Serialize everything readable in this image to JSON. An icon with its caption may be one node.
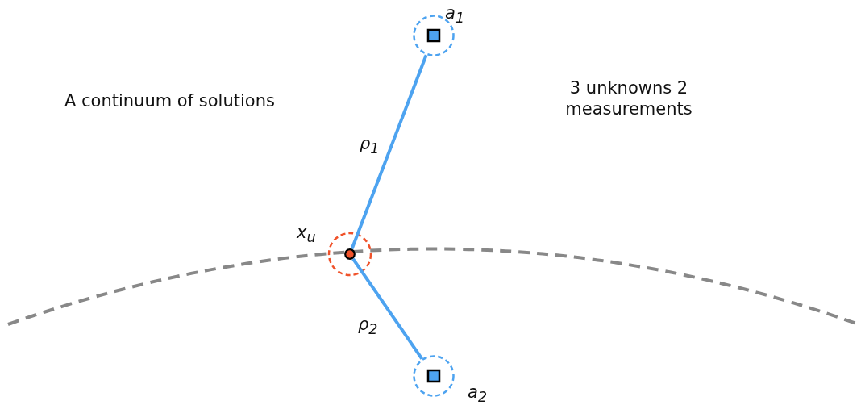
{
  "diagram": {
    "nodes": [
      {
        "text": [],
        "shape": "circle",
        "beside": [
          "a$_{1}$"
        ]
      },
      {
        "text": [],
        "shape": "circle",
        "beside": [
          "x$_{u}$"
        ]
      },
      {
        "text": [],
        "shape": "circle",
        "beside": [
          "a$_{2}$"
        ]
      }
    ],
    "edges": [
      {
        "from": 0,
        "to": 1,
        "arrow": "none",
        "label": "ρ$_{1}$"
      },
      {
        "from": 1,
        "to": 2,
        "arrow": "none",
        "label": "ρ$_{2}$"
      }
    ],
    "labels": [
      "A continuum of solutions",
      "3 unknowns 2 measurements"
    ]
  }
}
